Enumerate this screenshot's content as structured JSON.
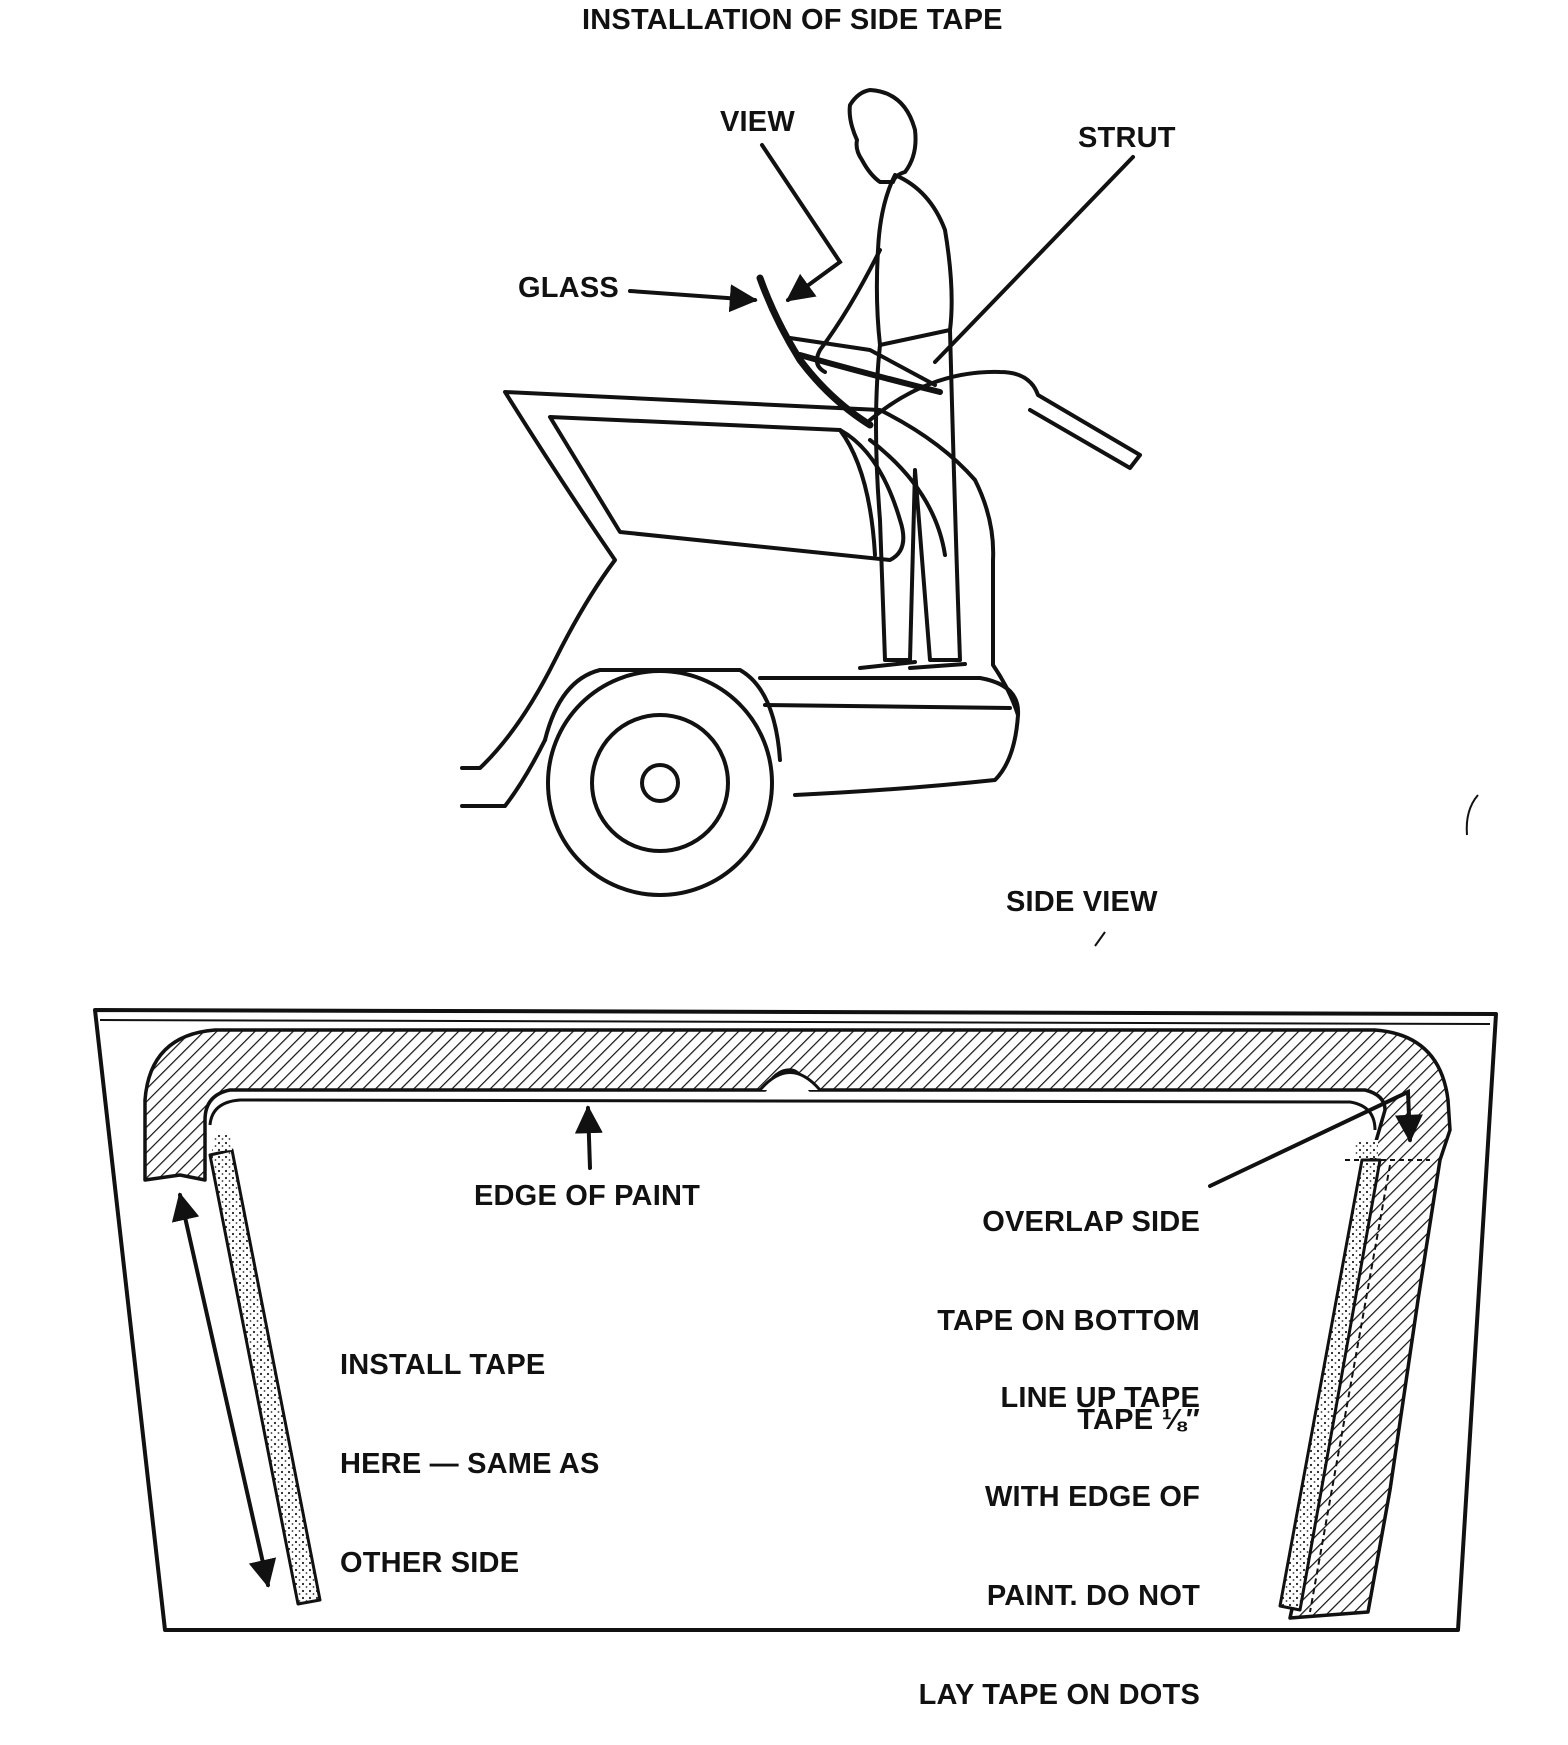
{
  "title": "INSTALLATION OF SIDE TAPE",
  "callouts": {
    "view": "VIEW",
    "strut": "STRUT",
    "glass": "GLASS"
  },
  "side_view_label": "SIDE VIEW",
  "glass_panel": {
    "edge_of_paint": "EDGE OF PAINT",
    "overlap": [
      "OVERLAP SIDE",
      "TAPE ON BOTTOM",
      "TAPE ⅛″"
    ],
    "install": [
      "INSTALL TAPE",
      "HERE — SAME AS",
      "OTHER SIDE"
    ],
    "line_up": [
      "LINE UP TAPE",
      "WITH EDGE OF",
      "PAINT. DO NOT",
      "LAY TAPE ON DOTS"
    ]
  }
}
